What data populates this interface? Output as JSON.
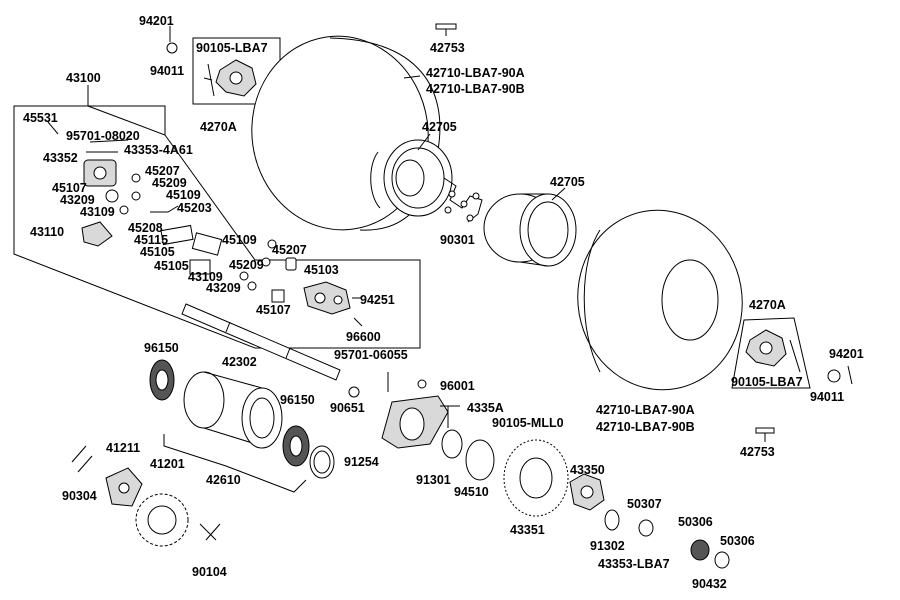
{
  "diagram": {
    "labels": {
      "l_94201_top": "94201",
      "l_94011_top": "94011",
      "l_90105_top": "90105-LBA7",
      "l_4270a_top": "4270A",
      "l_42753_top": "42753",
      "l_42710_top_a": "42710-LBA7-90A",
      "l_42710_top_b": "42710-LBA7-90B",
      "l_42705_a": "42705",
      "l_42705_b": "42705",
      "l_43100": "43100",
      "l_45531": "45531",
      "l_95701_08020": "95701-08020",
      "l_43353_4a61": "43353-4A61",
      "l_43352": "43352",
      "l_45207_a": "45207",
      "l_45209_a": "45209",
      "l_45107_a": "45107",
      "l_45109_a": "45109",
      "l_43209_a": "43209",
      "l_45203": "45203",
      "l_43109_a": "43109",
      "l_45208": "45208",
      "l_43110": "43110",
      "l_45115": "45115",
      "l_45105_a": "45105",
      "l_45109_b": "45109",
      "l_45105_b": "45105",
      "l_45207_b": "45207",
      "l_45209_b": "45209",
      "l_43109_b": "43109",
      "l_45103": "45103",
      "l_43209_b": "43209",
      "l_94251": "94251",
      "l_45107_b": "45107",
      "l_96600": "96600",
      "l_90301": "90301",
      "l_4270a_right": "4270A",
      "l_94201_right": "94201",
      "l_90105_right": "90105-LBA7",
      "l_94011_right": "94011",
      "l_96150_a": "96150",
      "l_42302": "42302",
      "l_95701_06055": "95701-06055",
      "l_96001": "96001",
      "l_96150_b": "96150",
      "l_90651": "90651",
      "l_4335a": "4335A",
      "l_90105_mll0": "90105-MLL0",
      "l_42710_bot_a": "42710-LBA7-90A",
      "l_42710_bot_b": "42710-LBA7-90B",
      "l_41211": "41211",
      "l_91254": "91254",
      "l_41201": "41201",
      "l_42610": "42610",
      "l_91301": "91301",
      "l_42753_right": "42753",
      "l_43350": "43350",
      "l_94510": "94510",
      "l_90304": "90304",
      "l_50307": "50307",
      "l_43351": "43351",
      "l_50306_a": "50306",
      "l_91302": "91302",
      "l_50306_b": "50306",
      "l_43353_lba7": "43353-LBA7",
      "l_90104": "90104",
      "l_90432": "90432"
    }
  }
}
